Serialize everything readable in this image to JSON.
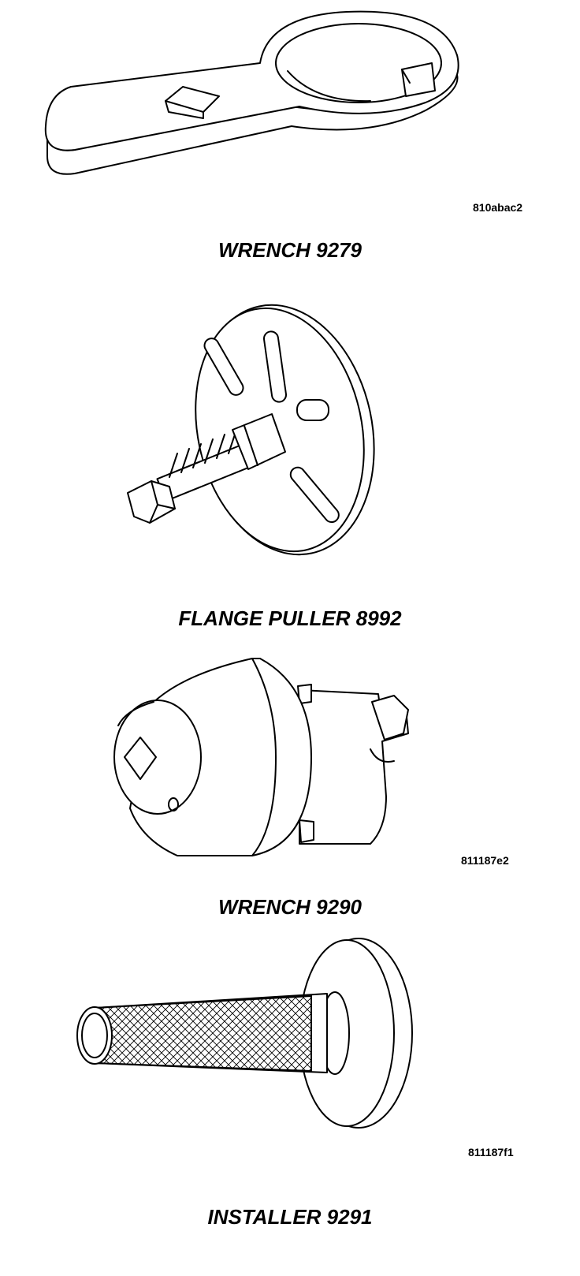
{
  "tools": [
    {
      "caption": "WRENCH 9279",
      "figure_id": "810abac2",
      "illustration": "wrench-9279-illustration"
    },
    {
      "caption": "FLANGE PULLER 8992",
      "figure_id": "",
      "illustration": "flange-puller-8992-illustration"
    },
    {
      "caption": "WRENCH 9290",
      "figure_id": "811187e2",
      "illustration": "wrench-9290-illustration"
    },
    {
      "caption": "INSTALLER 9291",
      "figure_id": "811187f1",
      "illustration": "installer-9291-illustration"
    }
  ]
}
